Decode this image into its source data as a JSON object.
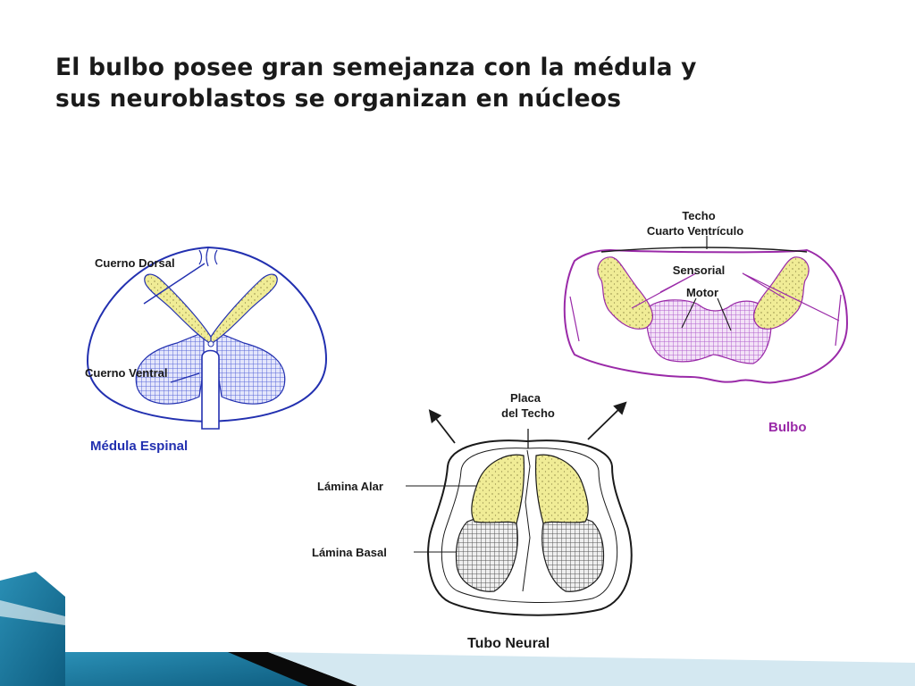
{
  "title": {
    "line1": "El bulbo posee gran semejanza con la médula y",
    "line2": "sus neuroblastos se organizan en núcleos"
  },
  "diagram": {
    "medula": {
      "caption": "Médula Espinal",
      "label_dorsal": "Cuerno Dorsal",
      "label_ventral": "Cuerno Ventral"
    },
    "bulbo": {
      "caption": "Bulbo",
      "label_techo_1": "Techo",
      "label_techo_2": "Cuarto Ventrículo",
      "label_sensorial": "Sensorial",
      "label_motor": "Motor"
    },
    "tubo": {
      "caption": "Tubo Neural",
      "label_placa_1": "Placa",
      "label_placa_2": "del Techo",
      "label_alar": "Lámina Alar",
      "label_basal": "Lámina Basal"
    }
  },
  "colors": {
    "alar_fill": "#f0ec96",
    "medula_outline": "#2230b0",
    "bulbo_outline": "#9a2aa8",
    "medula_basal": "#5a68d8",
    "bulbo_basal": "#b060cc",
    "tubo_basal": "#555555"
  }
}
